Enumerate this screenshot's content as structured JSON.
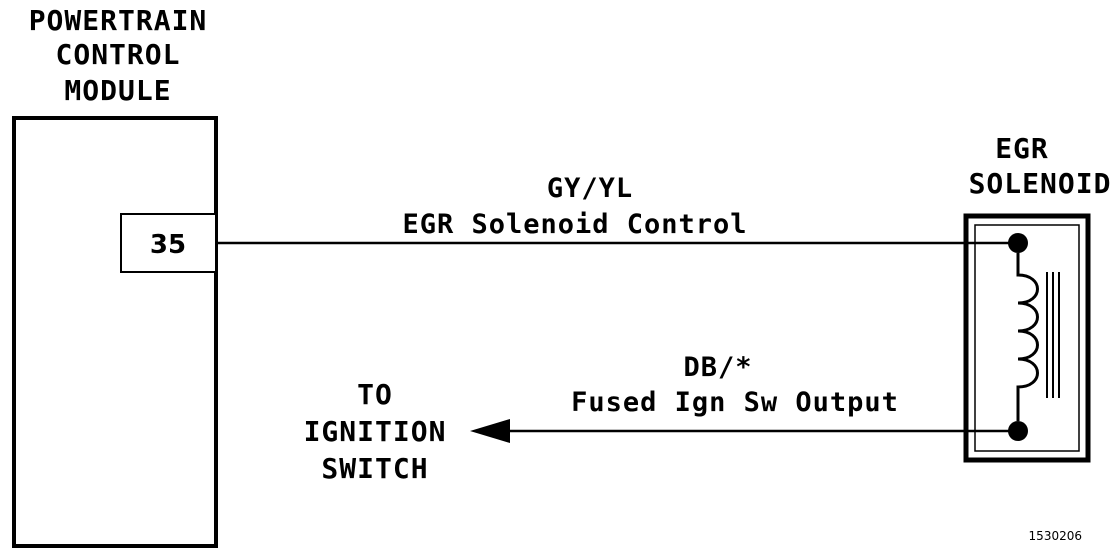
{
  "pcm": {
    "title_lines": [
      "POWERTRAIN",
      "CONTROL",
      "MODULE"
    ],
    "pin_number": "35"
  },
  "egr_solenoid": {
    "title_lines": [
      "EGR",
      "SOLENOID"
    ]
  },
  "wire_control": {
    "color_code": "GY/YL",
    "circuit_name": "EGR Solenoid Control"
  },
  "wire_ignition": {
    "color_code": "DB/*",
    "circuit_name": "Fused Ign Sw Output"
  },
  "destination": {
    "lines": [
      "TO",
      "IGNITION",
      "SWITCH"
    ]
  },
  "figure_id": "1530206"
}
